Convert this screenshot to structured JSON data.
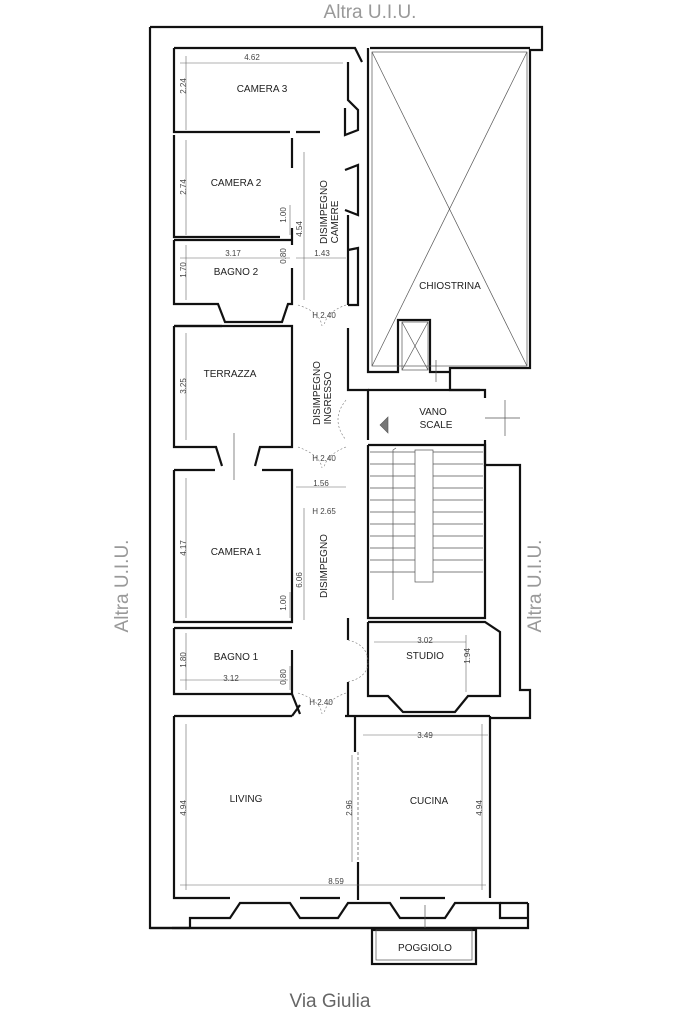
{
  "labels": {
    "top_neighbor": "Altra U.I.U.",
    "left_neighbor": "Altra U.I.U.",
    "right_neighbor": "Altra U.I.U.",
    "street": "Via Giulia"
  },
  "rooms": {
    "camera3": "CAMERA 3",
    "camera2": "CAMERA 2",
    "bagno2": "BAGNO 2",
    "disimpegno_camere_1": "DISIMPEGNO",
    "disimpegno_camere_2": "CAMERE",
    "chiostrina": "CHIOSTRINA",
    "terrazza": "TERRAZZA",
    "disimpegno_ingresso_1": "DISIMPEGNO",
    "disimpegno_ingresso_2": "INGRESSO",
    "vano_scale_1": "VANO",
    "vano_scale_2": "SCALE",
    "camera1": "CAMERA 1",
    "disimpegno": "DISIMPEGNO",
    "bagno1": "BAGNO 1",
    "studio": "STUDIO",
    "living": "LIVING",
    "cucina": "CUCINA",
    "poggiolo": "POGGIOLO"
  },
  "dimensions": {
    "camera3_w": "4.62",
    "camera3_h": "2.24",
    "camera2_h": "2.74",
    "door_cam2": "1.00",
    "disimp_camere_len": "4.54",
    "bagno2_w": "3.17",
    "bagno2_door": "0.80",
    "disimp_camere_w": "1.43",
    "bagno2_h": "1.70",
    "h_240_a": "H 2.40",
    "terrazza_h": "3.25",
    "h_240_b": "H 2.40",
    "disimp_w": "1.56",
    "h_265": "H 2.65",
    "camera1_h": "4.17",
    "disimp_len": "6.06",
    "door_cam1": "1.00",
    "bagno1_h": "1.80",
    "bagno1_w": "3.12",
    "bagno1_door": "0.80",
    "h_240_c": "H 2.40",
    "studio_w": "3.02",
    "studio_h": "1.94",
    "cucina_w": "3.49",
    "living_h": "4.94",
    "opening_h": "2.96",
    "cucina_h": "4.94",
    "total_w": "8.59"
  }
}
